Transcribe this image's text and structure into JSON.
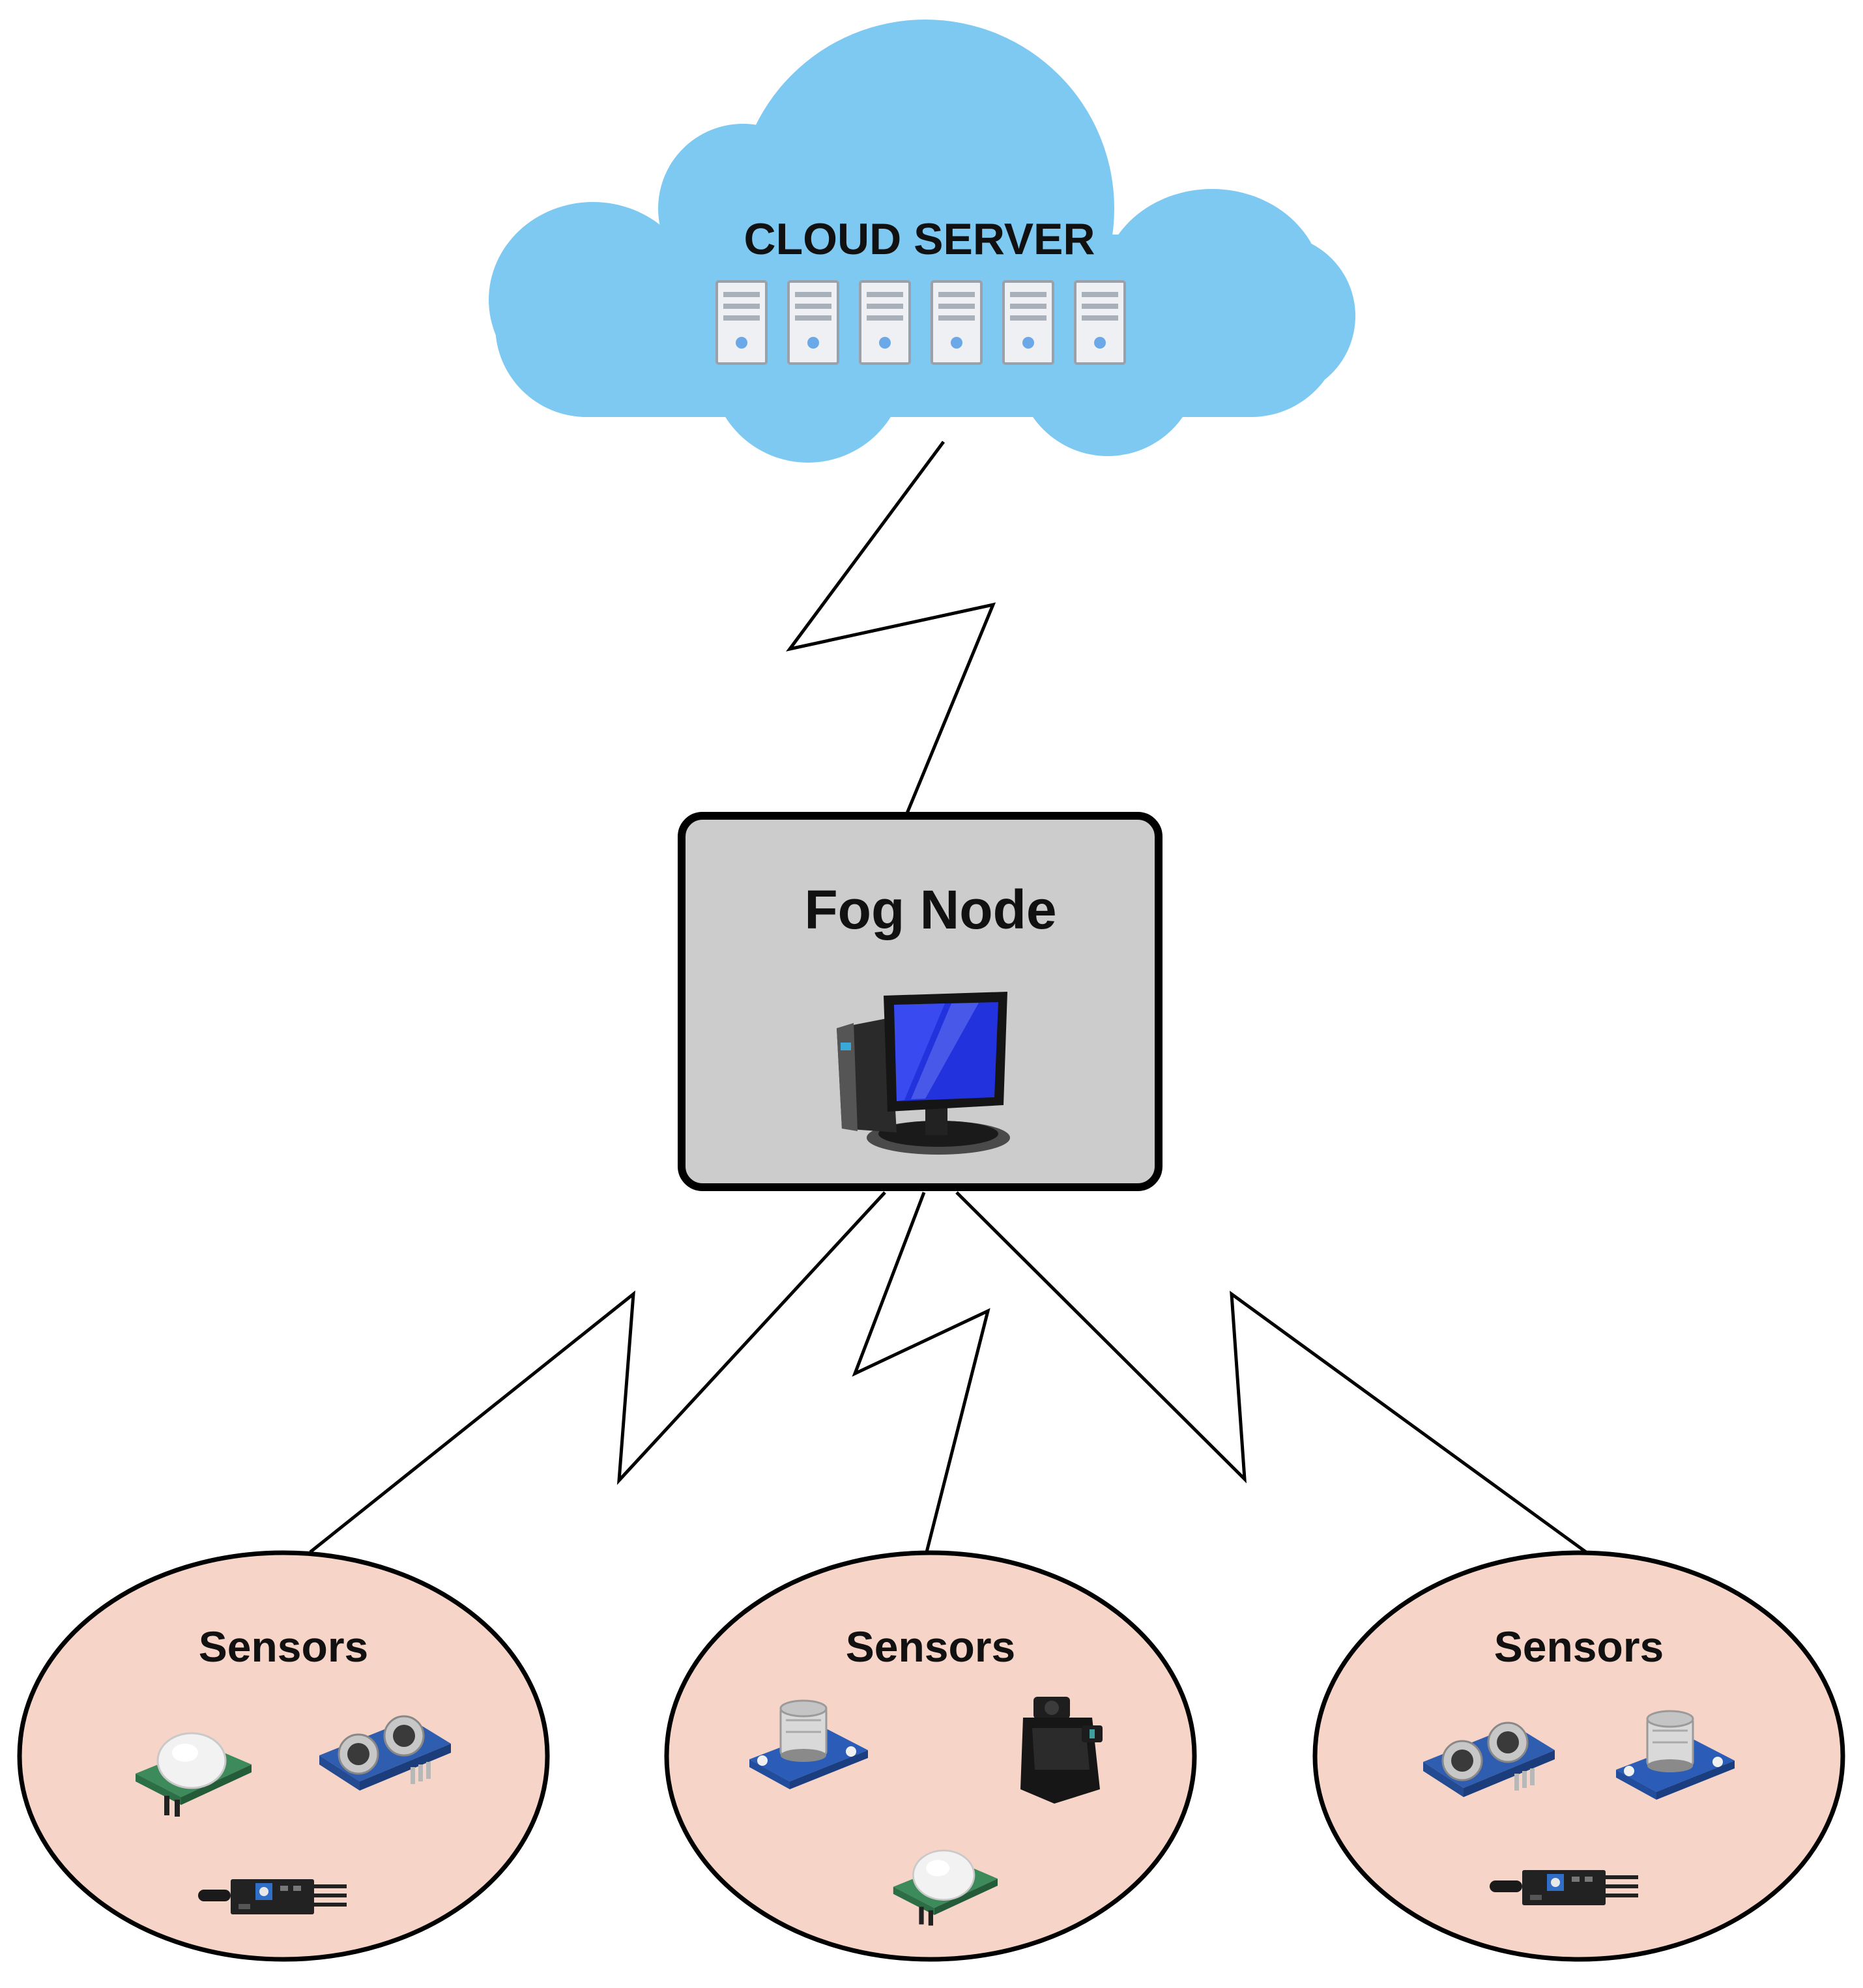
{
  "cloud": {
    "label": "CLOUD SERVER",
    "fill": "#7ec9f1",
    "server_count": 6,
    "server_icon": "server-rack-icon"
  },
  "fog_node": {
    "label": "Fog Node",
    "fill": "#cccccc",
    "icon": "desktop-computer-icon"
  },
  "sensor_groups": [
    {
      "label": "Sensors",
      "fill": "#f7d4c8",
      "devices": [
        "pir-motion-sensor-icon",
        "ultrasonic-sensor-icon",
        "flame-sensor-module-icon"
      ]
    },
    {
      "label": "Sensors",
      "fill": "#f7d4c8",
      "devices": [
        "gas-sensor-icon",
        "pressure-sensor-icon",
        "pir-motion-sensor-icon"
      ]
    },
    {
      "label": "Sensors",
      "fill": "#f7d4c8",
      "devices": [
        "ultrasonic-sensor-icon",
        "gas-sensor-icon",
        "flame-sensor-module-icon"
      ]
    }
  ],
  "links": [
    {
      "from": "cloud",
      "to": "fog_node",
      "style": "wireless-zigzag"
    },
    {
      "from": "fog_node",
      "to": "sensor_group_1",
      "style": "wireless-zigzag"
    },
    {
      "from": "fog_node",
      "to": "sensor_group_2",
      "style": "wireless-zigzag"
    },
    {
      "from": "fog_node",
      "to": "sensor_group_3",
      "style": "wireless-zigzag"
    }
  ]
}
